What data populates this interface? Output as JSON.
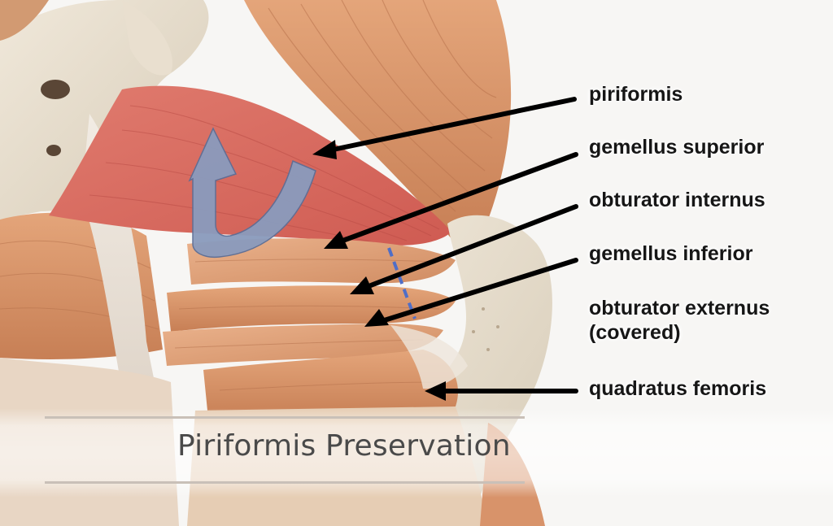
{
  "slide": {
    "title": "Piriformis Preservation"
  },
  "labels": [
    {
      "id": "piriformis",
      "lines": [
        "piriformis"
      ]
    },
    {
      "id": "gemellus-superior",
      "lines": [
        "gemellus superior"
      ]
    },
    {
      "id": "obturator-internus",
      "lines": [
        "obturator internus"
      ]
    },
    {
      "id": "gemellus-inferior",
      "lines": [
        "gemellus inferior"
      ]
    },
    {
      "id": "obturator-externus",
      "lines": [
        "obturator externus",
        "(covered)"
      ]
    },
    {
      "id": "quadratus-femoris",
      "lines": [
        "quadratus femoris"
      ]
    }
  ],
  "colors": {
    "background": "#f7f6f4",
    "piriformis_highlight": "#d86a5e",
    "muscle": "#d9976b",
    "bone": "#e6dccb",
    "rotation_arrow": "#8a9bbd",
    "dashed_line": "#4f6ec7",
    "pointer_arrows": "#000000"
  },
  "icons": {
    "rotation": "curved-rotation-arrow",
    "incision": "dashed-incision-line"
  }
}
